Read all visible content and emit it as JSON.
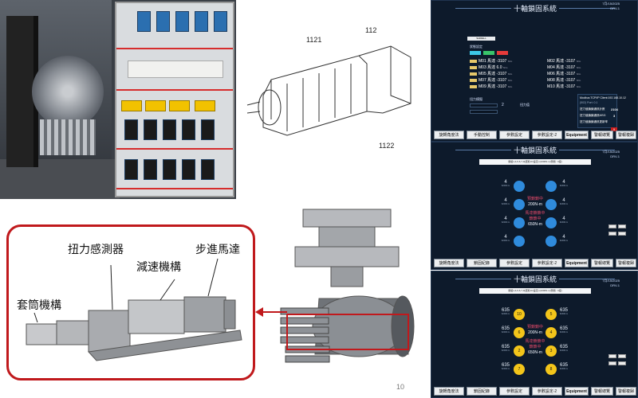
{
  "patent": {
    "labels": [
      "1121",
      "112",
      "1122"
    ]
  },
  "torque_drawing": {
    "labels": [
      "扭力感測器",
      "步進馬達",
      "減速機構",
      "套筒機構"
    ]
  },
  "page_number": "10",
  "hmi1": {
    "title": "十軸鎖固系統",
    "time": "7月/15/2025",
    "drive_label": "DRV-1",
    "top_button": "SHIRELL",
    "section_label": "狀態設定",
    "status_buttons": [
      "",
      "",
      ""
    ],
    "motors_left": [
      {
        "name": "M01",
        "label": "馬達",
        "value": "-3107",
        "unit": "N/m"
      },
      {
        "name": "M03",
        "label": "馬達",
        "value": "6.0",
        "unit": "N/m"
      },
      {
        "name": "M05",
        "label": "馬達",
        "value": "-3107",
        "unit": "N/m"
      },
      {
        "name": "M07",
        "label": "馬達",
        "value": "-3107",
        "unit": "N/m"
      },
      {
        "name": "M09",
        "label": "馬達",
        "value": "-3107",
        "unit": "N/m"
      }
    ],
    "motors_right": [
      {
        "name": "M02",
        "label": "馬達",
        "value": "-3107",
        "unit": "N/m"
      },
      {
        "name": "M04",
        "label": "馬達",
        "value": "-3107",
        "unit": "N/m"
      },
      {
        "name": "M06",
        "label": "馬達",
        "value": "-3107",
        "unit": "N/m"
      },
      {
        "name": "M08",
        "label": "馬達",
        "value": "-3107",
        "unit": "N/m"
      },
      {
        "name": "M10",
        "label": "馬達",
        "value": "-3107",
        "unit": "N/m"
      }
    ],
    "torque_mode_label": "扭力模擬",
    "count_value": "2",
    "torque_label": "扭力值",
    "modbus": {
      "client": "Modbus TCP/IP Client:192.168.10.12",
      "port": "(502) Port: 0.1",
      "rows": [
        {
          "label": "扭力值鎖鎖通訊計數",
          "value": "2104"
        },
        {
          "label": "扭力值鎖鎖通訊MSG",
          "value": "3"
        },
        {
          "label": "扭力值鎖鎖通訊更新率",
          "value": "9"
        }
      ]
    },
    "toolbar": [
      "旋轉角度法",
      "手動控制",
      "參數設定",
      "參數設定-2",
      "Equipment",
      "警報總覽",
      "警報複歸"
    ]
  },
  "hmi2": {
    "title": "十軸鎖固系統",
    "time": "7月/15/2025",
    "drive_label": "DRV-1",
    "banner": "鎖組1,4,6,6,7,0(扭矩10:設定) (2200N.m)預鎖 : 0度)",
    "corner_value": "4",
    "corner_sub": "6200N.m",
    "pre_text": "預鎖鎖中",
    "pre_value": "200N-m",
    "final_text": "馬達鎖鎖中",
    "final_sub": "鎖鎖中",
    "final_value": "650N-m",
    "toolbar": [
      "旋轉角度法",
      "鎖固紀錄",
      "參數設定",
      "參數設定-2",
      "Equipment",
      "警報總覽",
      "警報複歸"
    ]
  },
  "hmi3": {
    "title": "十軸鎖固系統",
    "time": "7月/15/2025",
    "drive_label": "DRV-1",
    "banner": "鎖組1,4,6,6,7,0(扭矩10:設定) (2200N.m)預鎖 : 0度)",
    "corner_value": "635",
    "corner_sub": "6200N.m",
    "circle_numbers": [
      "10",
      "5",
      "6",
      "4",
      "2",
      "3",
      "7",
      "8"
    ],
    "pre_text": "預鎖鎖中",
    "pre_value": "200N-m",
    "final_text": "馬達鎖鎖中",
    "final_sub": "鎖鎖中",
    "final_value": "650N-m",
    "toolbar": [
      "旋轉角度法",
      "鎖固紀錄",
      "參數設定",
      "參數設定-2",
      "Equipment",
      "警報總覽",
      "警報複歸"
    ]
  },
  "colors": {
    "hmi_bg": "#0d1a2b",
    "circle_blue": "#2f8bdc",
    "circle_yellow": "#f3c51a",
    "alert_red": "#e64a6a",
    "frame_red": "#c0191c"
  }
}
